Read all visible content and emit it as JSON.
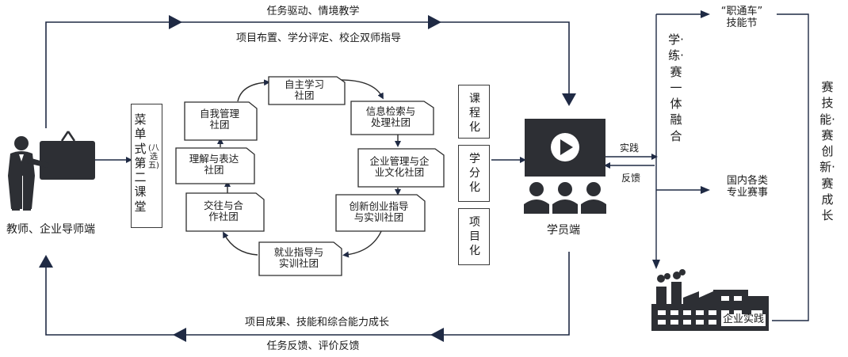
{
  "top_arrow": {
    "line1": "任务驱动、情境教学",
    "line2": "项目布置、学分评定、校企双师指导"
  },
  "bottom_arrow": {
    "line1": "项目成果、技能和综合能力成长",
    "line2": "任务反馈、评价反馈"
  },
  "teacher": {
    "label": "教师、企业导师端"
  },
  "menu_box": {
    "main": "菜单式第二课堂",
    "sub": "(八选五)"
  },
  "societies": [
    {
      "line1": "自主学习",
      "line2": "社团"
    },
    {
      "line1": "信息检索与",
      "line2": "处理社团"
    },
    {
      "line1": "企业管理与企",
      "line2": "业文化社团"
    },
    {
      "line1": "创新创业指导",
      "line2": "与实训社团"
    },
    {
      "line1": "就业指导与",
      "line2": "实训社团"
    },
    {
      "line1": "交往与合",
      "line2": "作社团"
    },
    {
      "line1": "理解与表达",
      "line2": "社团"
    },
    {
      "line1": "自我管理",
      "line2": "社团"
    }
  ],
  "side_boxes": [
    {
      "text": "课程化"
    },
    {
      "text": "学分化"
    },
    {
      "text": "项目化"
    }
  ],
  "student": {
    "label": "学员端"
  },
  "practice_label": "实践",
  "feedback_label": "反馈",
  "fusion": {
    "text": "学·练·赛一体融合"
  },
  "zhitongche": {
    "line1": "“职通车”",
    "line2": "技能节"
  },
  "domestic": {
    "line1": "国内各类",
    "line2": "专业赛事"
  },
  "enterprise": {
    "label": "企业实践"
  },
  "right_vertical": {
    "text": "赛技能·赛创新·赛成长"
  }
}
